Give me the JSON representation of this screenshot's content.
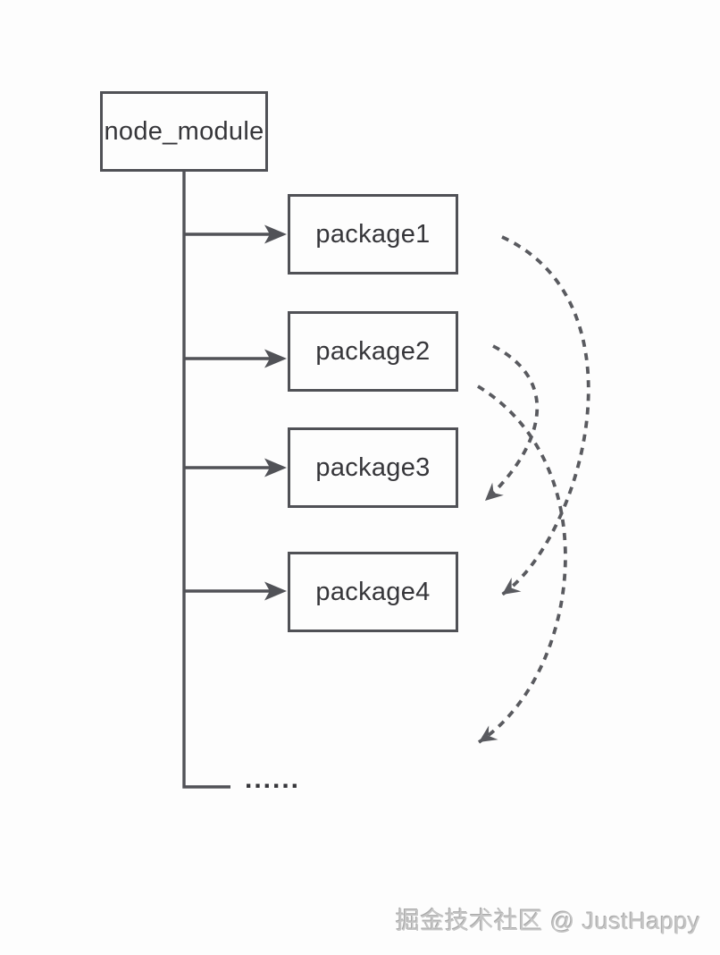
{
  "diagram": {
    "root_label": "node_module",
    "packages": [
      {
        "label": "package1"
      },
      {
        "label": "package2"
      },
      {
        "label": "package3"
      },
      {
        "label": "package4"
      }
    ],
    "ellipsis_label": "......",
    "tree_edges": [
      {
        "from": "node_module",
        "to": "package1"
      },
      {
        "from": "node_module",
        "to": "package2"
      },
      {
        "from": "node_module",
        "to": "package3"
      },
      {
        "from": "node_module",
        "to": "package4"
      },
      {
        "from": "node_module",
        "to": "......"
      }
    ],
    "dependency_arrows": [
      {
        "from": "package2",
        "to": "package3",
        "style": "dashed-curve"
      },
      {
        "from": "package1",
        "to": "package4",
        "style": "dashed-curve"
      },
      {
        "from": "package2",
        "to": "......",
        "style": "dashed-curve"
      }
    ],
    "colors": {
      "line": "#515257",
      "dashed_line": "#595a5f",
      "box_border": "#505156",
      "text": "#36363a",
      "watermark": "#c6c6c6",
      "bg": "#fdfdfd"
    }
  },
  "watermark": {
    "text": "掘金技术社区 @ JustHappy"
  }
}
